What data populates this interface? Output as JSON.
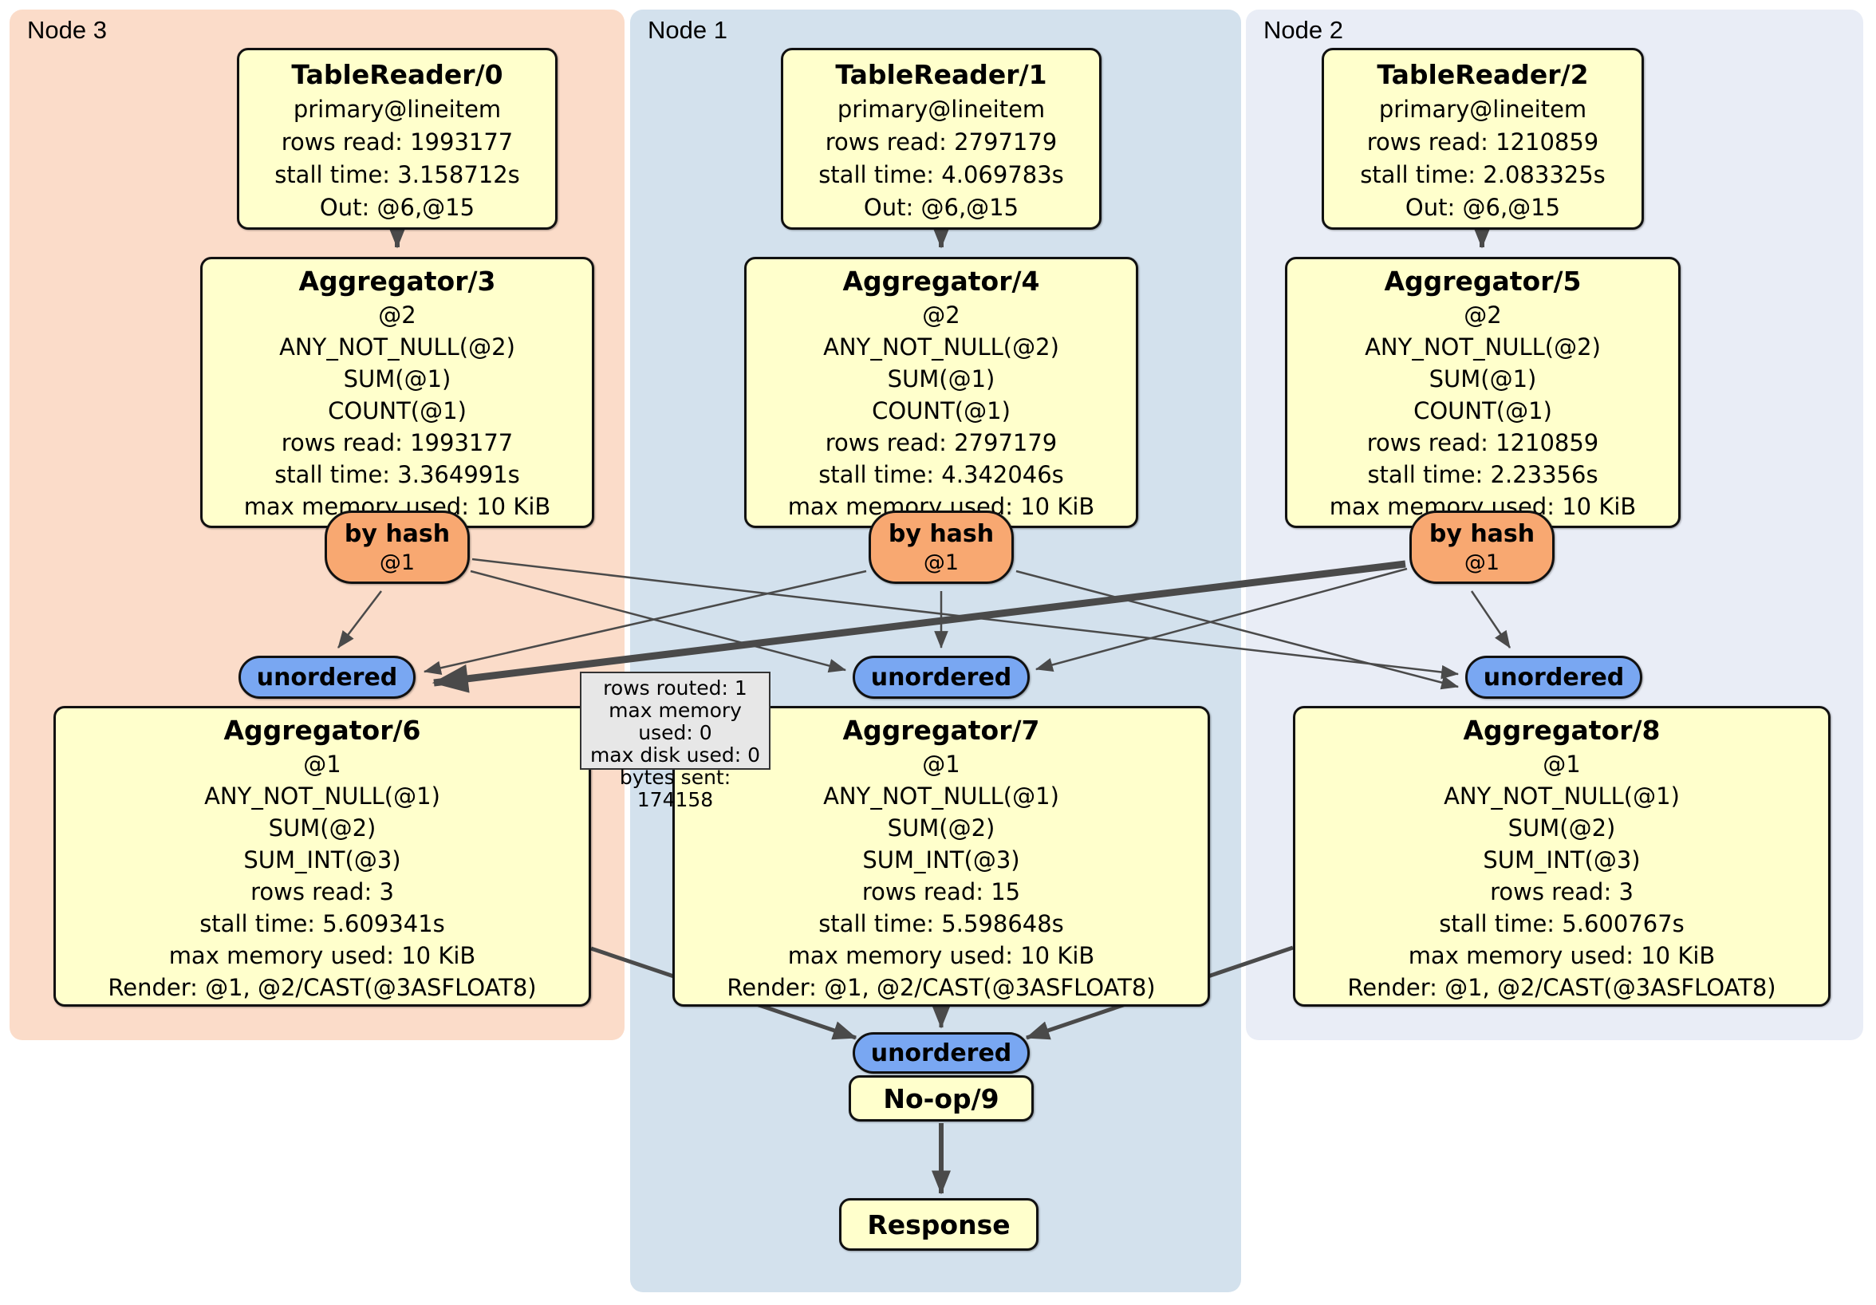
{
  "regions": {
    "node3": {
      "label": "Node 3"
    },
    "node1": {
      "label": "Node 1"
    },
    "node2": {
      "label": "Node 2"
    }
  },
  "processors": {
    "tr0": {
      "title": "TableReader/0",
      "lines": [
        "primary@lineitem",
        "rows read: 1993177",
        "stall time: 3.158712s",
        "Out: @6,@15"
      ]
    },
    "tr1": {
      "title": "TableReader/1",
      "lines": [
        "primary@lineitem",
        "rows read: 2797179",
        "stall time: 4.069783s",
        "Out: @6,@15"
      ]
    },
    "tr2": {
      "title": "TableReader/2",
      "lines": [
        "primary@lineitem",
        "rows read: 1210859",
        "stall time: 2.083325s",
        "Out: @6,@15"
      ]
    },
    "agg3": {
      "title": "Aggregator/3",
      "lines": [
        "@2",
        "ANY_NOT_NULL(@2)",
        "SUM(@1)",
        "COUNT(@1)",
        "rows read: 1993177",
        "stall time: 3.364991s",
        "max memory used: 10 KiB"
      ]
    },
    "agg4": {
      "title": "Aggregator/4",
      "lines": [
        "@2",
        "ANY_NOT_NULL(@2)",
        "SUM(@1)",
        "COUNT(@1)",
        "rows read: 2797179",
        "stall time: 4.342046s",
        "max memory used: 10 KiB"
      ]
    },
    "agg5": {
      "title": "Aggregator/5",
      "lines": [
        "@2",
        "ANY_NOT_NULL(@2)",
        "SUM(@1)",
        "COUNT(@1)",
        "rows read: 1210859",
        "stall time: 2.23356s",
        "max memory used: 10 KiB"
      ]
    },
    "agg6": {
      "title": "Aggregator/6",
      "lines": [
        "@1",
        "ANY_NOT_NULL(@1)",
        "SUM(@2)",
        "SUM_INT(@3)",
        "rows read: 3",
        "stall time: 5.609341s",
        "max memory used: 10 KiB",
        "Render: @1, @2/CAST(@3ASFLOAT8)"
      ]
    },
    "agg7": {
      "title": "Aggregator/7",
      "lines": [
        "@1",
        "ANY_NOT_NULL(@1)",
        "SUM(@2)",
        "SUM_INT(@3)",
        "rows read: 15",
        "stall time: 5.598648s",
        "max memory used: 10 KiB",
        "Render: @1, @2/CAST(@3ASFLOAT8)"
      ]
    },
    "agg8": {
      "title": "Aggregator/8",
      "lines": [
        "@1",
        "ANY_NOT_NULL(@1)",
        "SUM(@2)",
        "SUM_INT(@3)",
        "rows read: 3",
        "stall time: 5.600767s",
        "max memory used: 10 KiB",
        "Render: @1, @2/CAST(@3ASFLOAT8)"
      ]
    },
    "noop9": {
      "title": "No-op/9"
    },
    "response": {
      "title": "Response"
    }
  },
  "router": {
    "label": "by hash",
    "tag": "@1"
  },
  "sync": {
    "label": "unordered"
  },
  "edge_tooltip": {
    "lines": [
      "rows routed: 1",
      "max memory used: 0",
      "max disk used: 0",
      "bytes sent: 174158"
    ]
  },
  "colors": {
    "node3_bg": "#fbdcc9",
    "node1_bg": "#d3e1ed",
    "node2_bg": "#e9edf6",
    "processor_fill": "#ffffcc",
    "router_fill": "#f8a871",
    "sync_fill": "#79a7f2",
    "edge": "#4a4a4a",
    "tooltip_bg": "#e7e7e7",
    "border": "#111111"
  }
}
